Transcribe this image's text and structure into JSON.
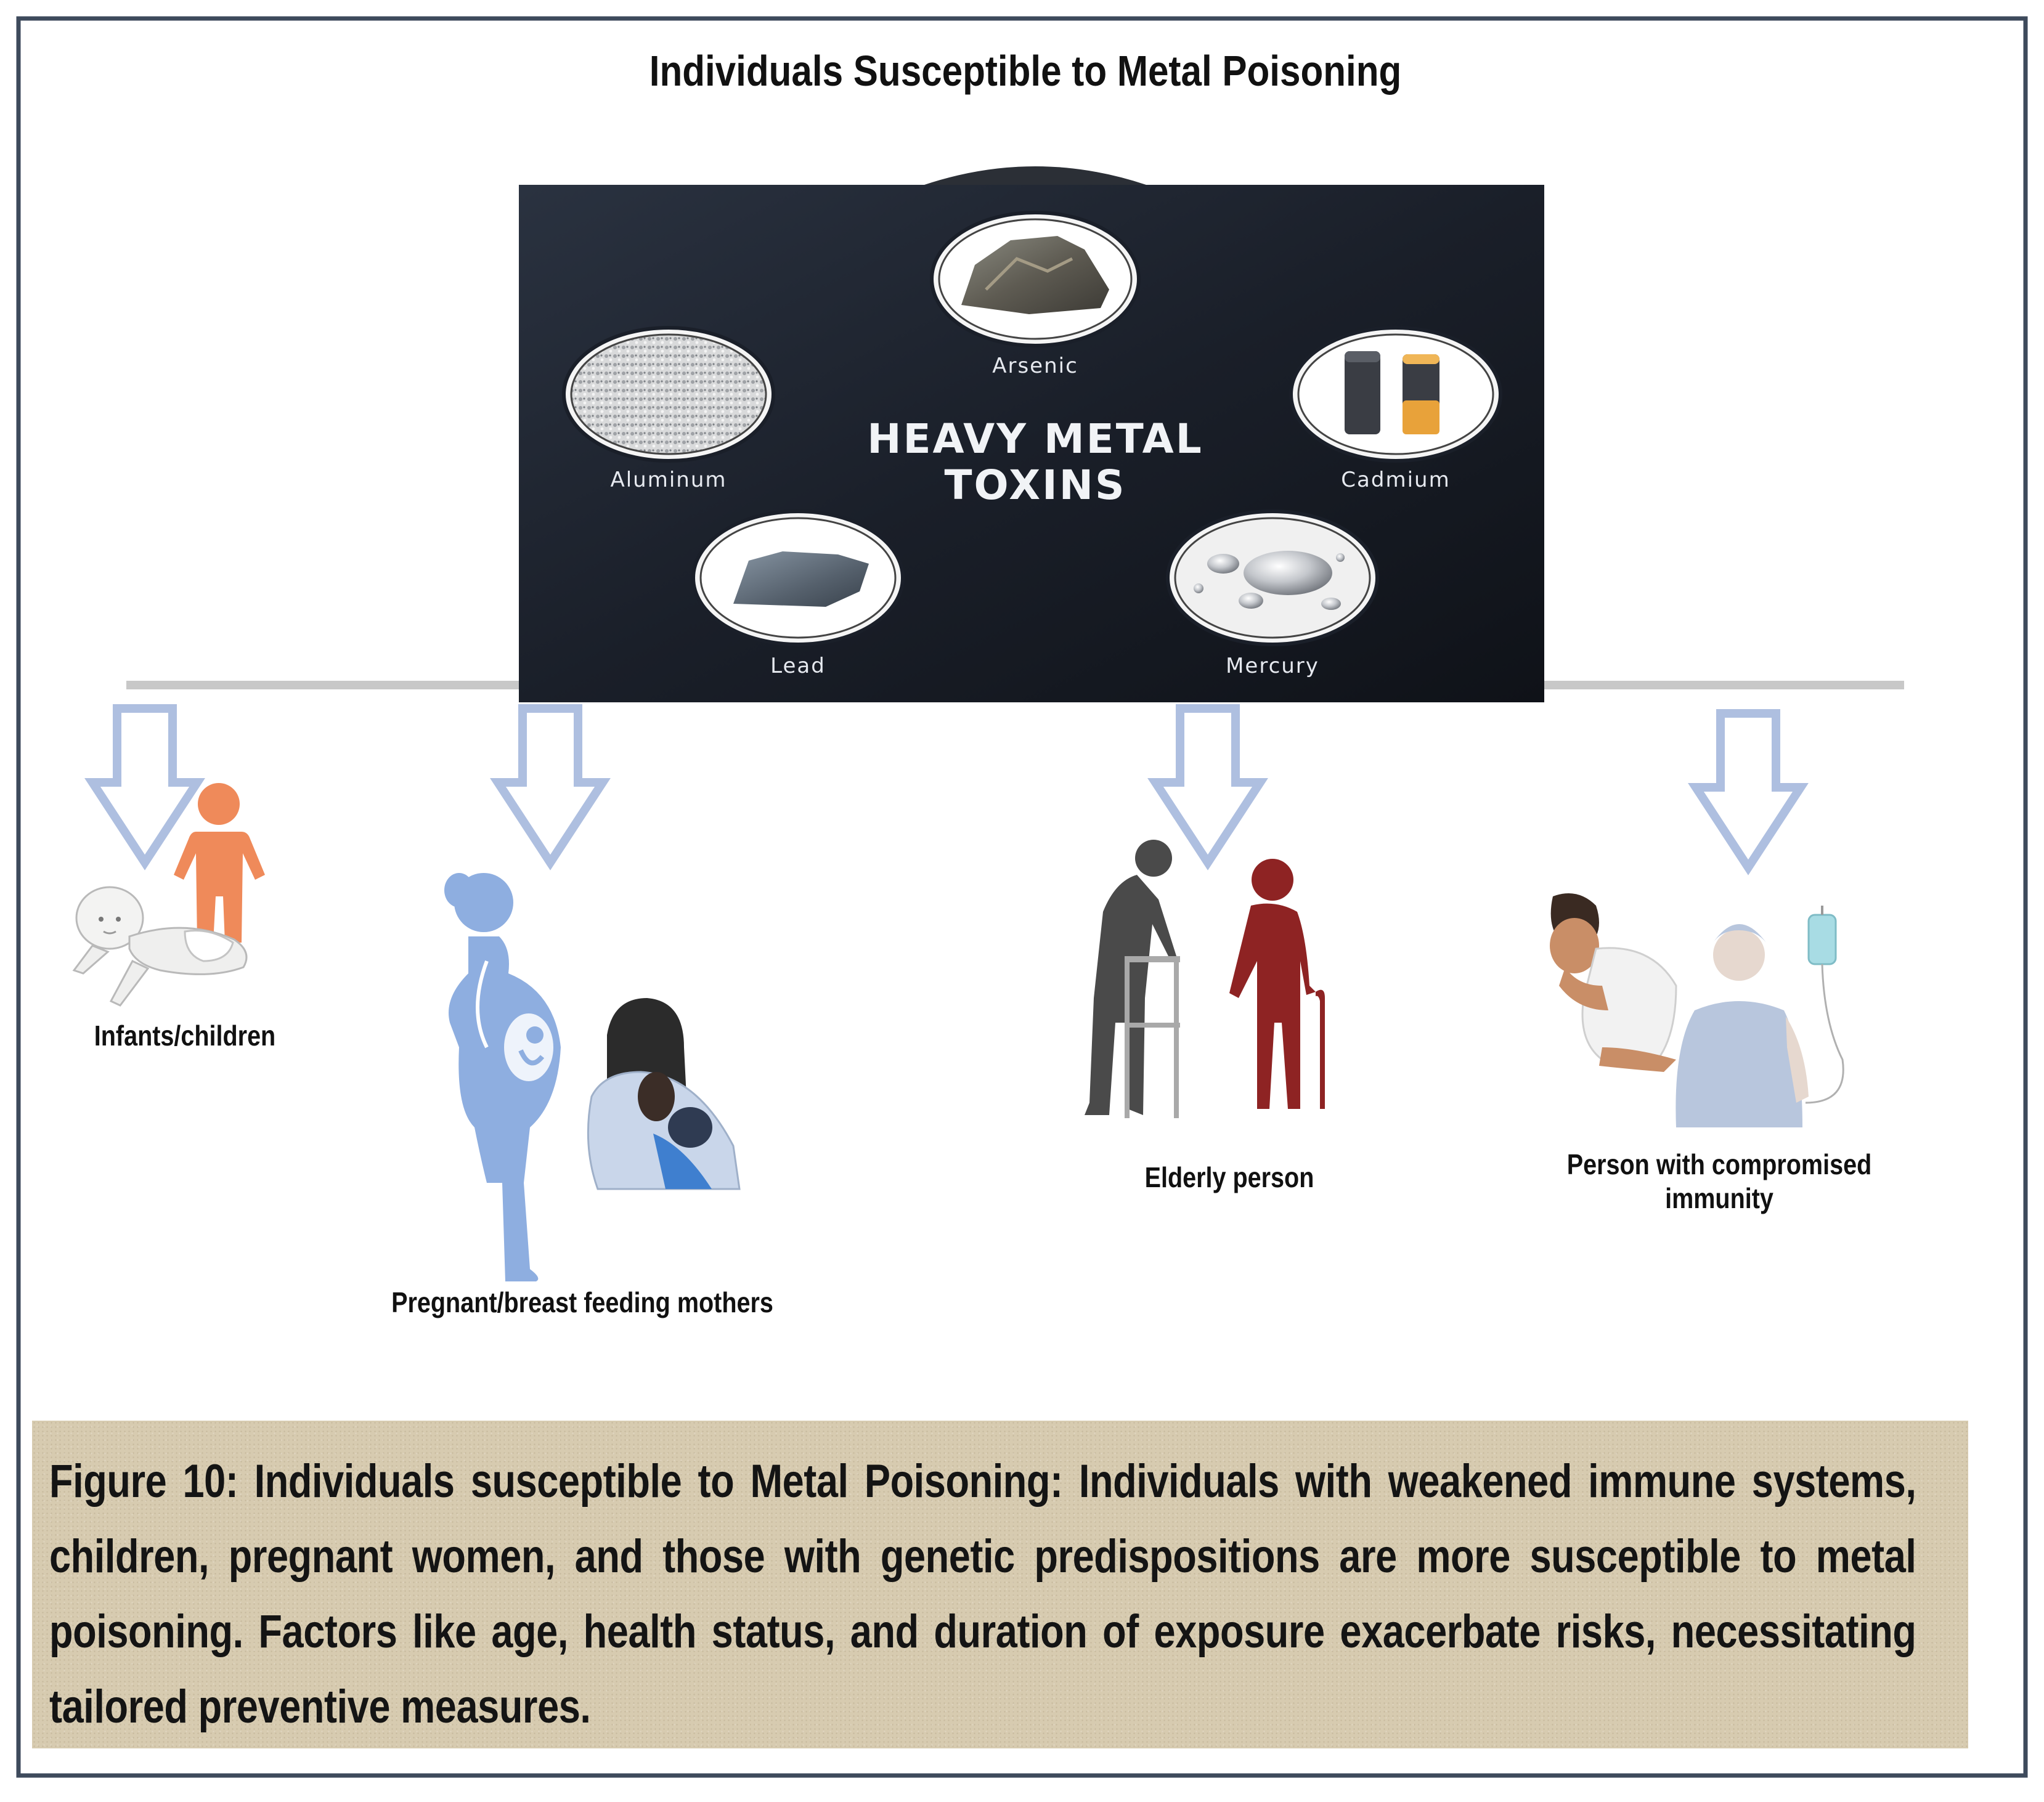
{
  "title": "Individuals Susceptible to Metal Poisoning",
  "banner": {
    "heading_line1": "HEAVY METAL",
    "heading_line2": "TOXINS",
    "metals": {
      "arsenic": "Arsenic",
      "aluminum": "Aluminum",
      "cadmium": "Cadmium",
      "lead": "Lead",
      "mercury": "Mercury"
    }
  },
  "groups": {
    "infants": "Infants/children",
    "mothers": "Pregnant/breast feeding mothers",
    "elderly": "Elderly person",
    "immunity_line1": "Person with compromised",
    "immunity_line2": "immunity"
  },
  "caption": "Figure 10: Individuals susceptible to Metal Poisoning: Individuals with weakened immune systems, children, pregnant women, and those with genetic predispositions are more susceptible to metal poisoning. Factors like age, health status, and duration of exposure exacerbate risks, necessitating tailored preventive measures.",
  "colors": {
    "frame": "#3e4a5c",
    "banner_dark": "#161b24",
    "arrow_fill": "#ffffff",
    "arrow_stroke": "#aebfe0",
    "child_orange": "#ef8a5a",
    "mother_blue": "#8eaee0",
    "elderly_red": "#8e2323",
    "elderly_gray": "#4a4a4a",
    "caption_bg": "#d7cbb0"
  }
}
